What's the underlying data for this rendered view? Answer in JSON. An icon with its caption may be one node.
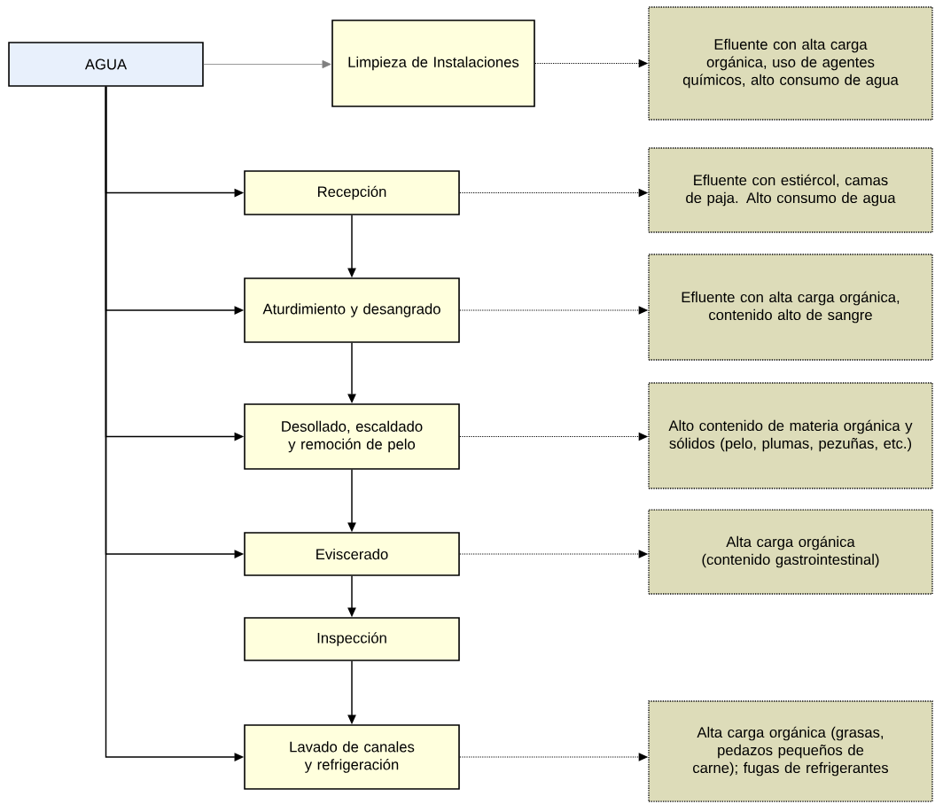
{
  "diagram": {
    "nodes": [
      {
        "text": [
          "AGUA"
        ]
      },
      {
        "text": [
          "Limpieza de Instalaciones"
        ]
      },
      {
        "text": [
          "Recepción"
        ]
      },
      {
        "text": [
          "Aturdimiento  y desangrado"
        ]
      },
      {
        "text": [
          "Desollado, escaldado y remoción de pelo"
        ]
      },
      {
        "text": [
          "Eviscerado"
        ]
      },
      {
        "text": [
          "Inspección"
        ]
      },
      {
        "text": [
          "Lavado de canales y refrigeración"
        ]
      },
      {
        "text": [
          "Efluente con alta carga orgánica, uso de agentes químicos, alto consumo de agua"
        ]
      },
      {
        "text": [
          "Efluente con estiércol, camas de paja. Alto consumo de agua"
        ]
      },
      {
        "text": [
          "Efluente con alta carga orgánica, contenido alto de sangre"
        ]
      },
      {
        "text": [
          "Alto contenido de materia orgánica y sólidos (pelo, plumas, pezuñas, etc.)"
        ]
      },
      {
        "text": [
          "Alta carga orgánica (contenido gastrointestinal)"
        ]
      },
      {
        "text": [
          "Alta carga orgánica (grasas, pedazos pequeños de carne); fugas de refrigerantes"
        ]
      }
    ],
    "edges": [
      {
        "from": 0,
        "to": 1,
        "arrow": "to",
        "color": "#808080"
      },
      {
        "from": 0,
        "to": 2,
        "arrow": "to"
      },
      {
        "from": 0,
        "to": 3,
        "arrow": "to"
      },
      {
        "from": 0,
        "to": 4,
        "arrow": "to"
      },
      {
        "from": 0,
        "to": 5,
        "arrow": "to"
      },
      {
        "from": 0,
        "to": 7,
        "arrow": "to"
      },
      {
        "from": 2,
        "to": 3,
        "arrow": "to"
      },
      {
        "from": 3,
        "to": 4,
        "arrow": "to"
      },
      {
        "from": 4,
        "to": 5,
        "arrow": "to"
      },
      {
        "from": 5,
        "to": 6,
        "arrow": "to"
      },
      {
        "from": 6,
        "to": 7,
        "arrow": "to"
      },
      {
        "from": 1,
        "to": 8,
        "arrow": "to",
        "style": "dashed"
      },
      {
        "from": 2,
        "to": 9,
        "arrow": "to",
        "style": "dashed"
      },
      {
        "from": 3,
        "to": 10,
        "arrow": "to",
        "style": "dashed"
      },
      {
        "from": 4,
        "to": 11,
        "arrow": "to",
        "style": "dashed"
      },
      {
        "from": 5,
        "to": 12,
        "arrow": "to",
        "style": "dashed"
      },
      {
        "from": 7,
        "to": 13,
        "arrow": "to",
        "style": "dashed"
      }
    ]
  }
}
